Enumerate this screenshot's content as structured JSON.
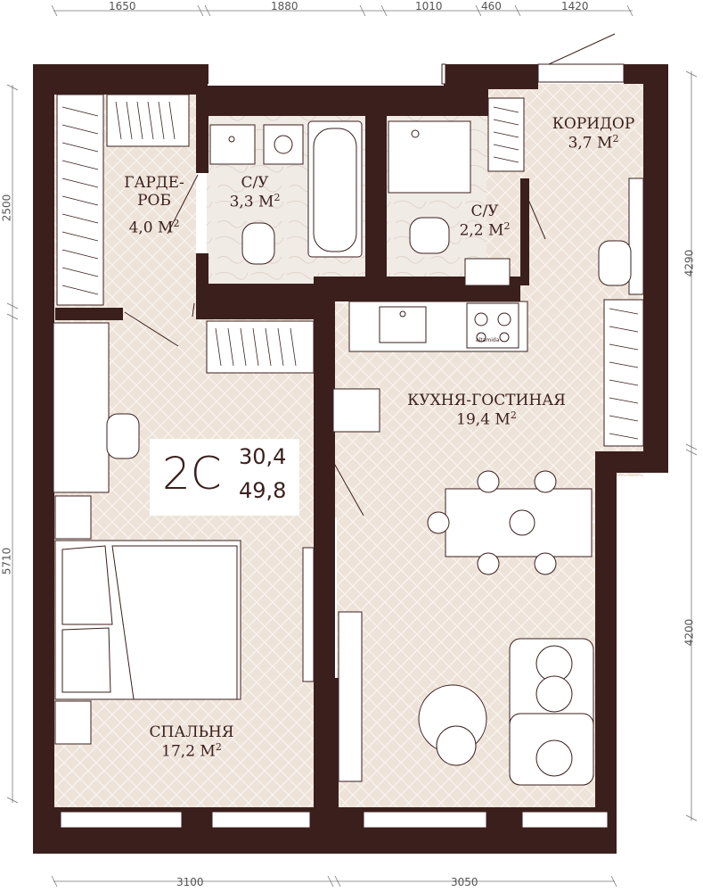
{
  "plan": {
    "apartment_type": "2С",
    "area_living": "30,4",
    "area_total": "49,8",
    "area_unit": "М",
    "area_power": "2",
    "colors": {
      "wall": "#3a1f1d",
      "floor": "#eee3d8",
      "wet_floor": "#f1ebe6",
      "line": "#3a1f1d"
    },
    "rooms": [
      {
        "id": "wardrobe",
        "name": "ГАРДЕ-",
        "name2": "РОБ",
        "area": "4,0"
      },
      {
        "id": "bath1",
        "name": "С/У",
        "area": "3,3"
      },
      {
        "id": "bath2",
        "name": "С/У",
        "area": "2,2"
      },
      {
        "id": "corridor",
        "name": "КОРИДОР",
        "area": "3,7"
      },
      {
        "id": "kitchen",
        "name": "КУХНЯ-ГОСТИНАЯ",
        "area": "19,4"
      },
      {
        "id": "bedroom",
        "name": "СПАЛЬНЯ",
        "area": "17,2"
      }
    ],
    "dimensions": {
      "top": [
        "1650",
        "1880",
        "1010",
        "460",
        "1420"
      ],
      "bottom": [
        "3100",
        "3050"
      ],
      "left": [
        "2500",
        "5710"
      ],
      "right": [
        "4290",
        "4200"
      ]
    },
    "fixtures": {
      "hob_brand": "altamida"
    }
  }
}
